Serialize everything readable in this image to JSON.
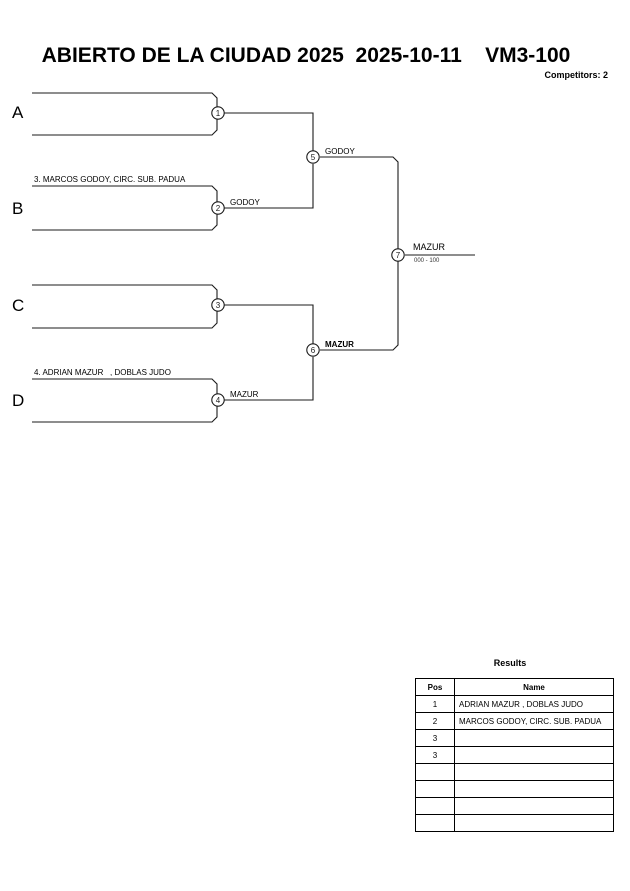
{
  "header": {
    "title": "ABIERTO DE LA CIUDAD 2025  2025-10-11    VM3-100",
    "competitors": "Competitors: 2"
  },
  "bracket": {
    "slots": [
      {
        "letter": "A",
        "entrant": ""
      },
      {
        "letter": "B",
        "entrant": "3. MARCOS GODOY, CIRC. SUB. PADUA"
      },
      {
        "letter": "C",
        "entrant": ""
      },
      {
        "letter": "D",
        "entrant": "4. ADRIAN MAZUR   , DOBLAS JUDO"
      }
    ],
    "matches": [
      {
        "number": "1",
        "winner": ""
      },
      {
        "number": "2",
        "winner": "GODOY"
      },
      {
        "number": "3",
        "winner": ""
      },
      {
        "number": "4",
        "winner": "MAZUR"
      },
      {
        "number": "5",
        "winner": "GODOY"
      },
      {
        "number": "6",
        "winner": "MAZUR"
      },
      {
        "number": "7",
        "winner": "MAZUR",
        "score": "000 - 100"
      }
    ]
  },
  "results": {
    "title": "Results",
    "columns": [
      "Pos",
      "Name"
    ],
    "rows": [
      {
        "pos": "1",
        "name": "ADRIAN MAZUR     , DOBLAS JUDO"
      },
      {
        "pos": "2",
        "name": "MARCOS GODOY, CIRC. SUB. PADUA"
      },
      {
        "pos": "3",
        "name": ""
      },
      {
        "pos": "3",
        "name": ""
      },
      {
        "pos": "",
        "name": ""
      },
      {
        "pos": "",
        "name": ""
      },
      {
        "pos": "",
        "name": ""
      },
      {
        "pos": "",
        "name": ""
      }
    ]
  }
}
